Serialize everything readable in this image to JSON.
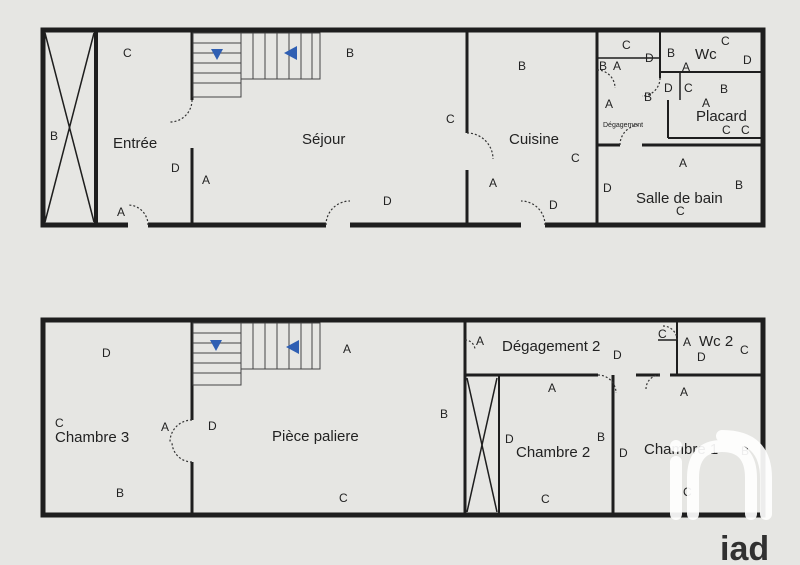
{
  "floor_1": {
    "rooms": {
      "entree": "Entrée",
      "sejour": "Séjour",
      "cuisine": "Cuisine",
      "wc": "Wc",
      "placard": "Placard",
      "degagement": "Dégagement",
      "salle_de_bain": "Salle de bain"
    },
    "marks": {
      "void_b": "B",
      "entree_c": "C",
      "entree_d": "D",
      "entree_a": "A",
      "entree_door_a": "A",
      "sejour_b": "B",
      "sejour_c": "C",
      "sejour_d": "D",
      "sejour_a": "A",
      "cuisine_b": "B",
      "cuisine_c": "C",
      "cuisine_a": "A",
      "cuisine_d": "D",
      "closet_b": "B",
      "closet_a": "A",
      "closet_d": "D",
      "closet_c": "C",
      "wc_b": "B",
      "wc_c": "C",
      "wc_d": "D",
      "wc_a": "A",
      "deg_a": "A",
      "deg_b": "B",
      "deg_d": "D",
      "deg_c": "C",
      "placard_b": "B",
      "placard_a": "A",
      "placard_c": "C",
      "placard_c2": "C",
      "sdb_a": "A",
      "sdb_b": "B",
      "sdb_c": "C",
      "sdb_d": "D"
    }
  },
  "floor_2": {
    "rooms": {
      "chambre_3": "Chambre 3",
      "piece_paliere": "Pièce paliere",
      "degagement_2": "Dégagement 2",
      "wc_2": "Wc 2",
      "chambre_2": "Chambre 2",
      "chambre_1": "Chambre 1"
    },
    "marks": {
      "ch3_d": "D",
      "ch3_c": "C",
      "ch3_a": "A",
      "ch3_b": "B",
      "pp_a": "A",
      "pp_d": "D",
      "pp_b": "B",
      "pp_c": "C",
      "deg2_a": "A",
      "deg2_d": "D",
      "wc2_c": "C",
      "wc2_a": "A",
      "wc2_d": "D",
      "wc2_c2": "C",
      "ch2_a": "A",
      "ch2_d": "D",
      "ch2_b": "B",
      "ch2_c": "C",
      "ch1_a": "A",
      "ch1_d": "D",
      "ch1_b": "B",
      "ch1_c": "C"
    }
  },
  "watermark": {
    "logo_text": "iad",
    "color": "#ffffff"
  },
  "colors": {
    "paper": "#e6e6e3",
    "wall": "#1e1e1e",
    "arrow": "#2f5fb3"
  }
}
